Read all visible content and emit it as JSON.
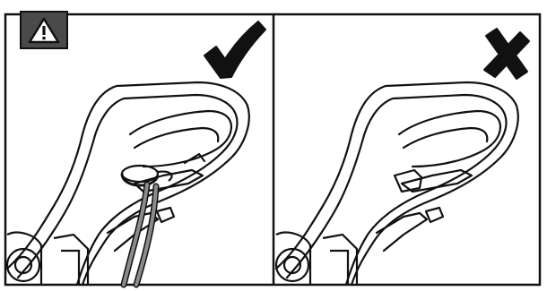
{
  "figure": {
    "badge_icon": "warning-triangle-icon",
    "panels": [
      {
        "id": "left",
        "status_icon": "check-mark-icon",
        "status": "correct"
      },
      {
        "id": "right",
        "status_icon": "cross-mark-icon",
        "status": "incorrect"
      }
    ],
    "colors": {
      "line": "#111111",
      "badge": "#4a4a4a",
      "cable_gray": "#8c8c8c",
      "background": "#ffffff"
    }
  }
}
